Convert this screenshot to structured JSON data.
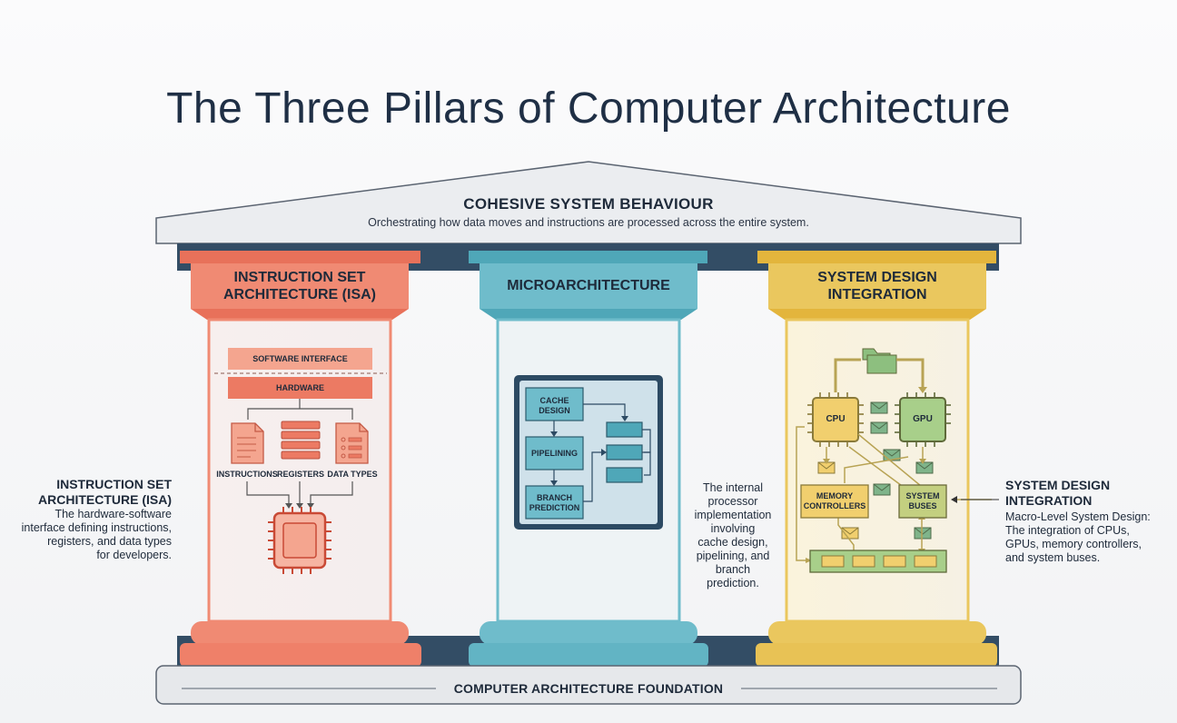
{
  "title": "The Three Pillars of Computer Architecture",
  "roof": {
    "title": "COHESIVE SYSTEM BEHAVIOUR",
    "subtitle": "Orchestrating how data moves and instructions are processed across the entire system."
  },
  "pillars": [
    {
      "name": "INSTRUCTION SET ARCHITECTURE (ISA)",
      "name_lines": [
        "INSTRUCTION SET",
        "ARCHITECTURE (ISA)"
      ],
      "color": "#f08a73",
      "diagram": {
        "software_interface": "SOFTWARE INTERFACE",
        "hardware": "HARDWARE",
        "items": [
          "INSTRUCTIONS",
          "REGISTERS",
          "DATA TYPES"
        ]
      },
      "side_title_lines": [
        "INSTRUCTION SET",
        "ARCHITECTURE (ISA)"
      ],
      "side_desc_lines": [
        "The hardware-software",
        "interface defining instructions,",
        "registers, and data types",
        "for developers."
      ]
    },
    {
      "name": "MICROARCHITECTURE",
      "color": "#6fbccb",
      "diagram": {
        "stages": [
          "CACHE DESIGN",
          "PIPELINING",
          "BRANCH PREDICTION"
        ],
        "stage_lines": [
          [
            "CACHE",
            "DESIGN"
          ],
          [
            "PIPELINING"
          ],
          [
            "BRANCH",
            "PREDICTION"
          ]
        ]
      },
      "side_desc_lines": [
        "The internal",
        "processor",
        "implementation",
        "involving",
        "cache design,",
        "pipelining, and",
        "branch",
        "prediction."
      ]
    },
    {
      "name": "SYSTEM DESIGN INTEGRATION",
      "name_lines": [
        "SYSTEM DESIGN",
        "INTEGRATION"
      ],
      "color": "#eac75e",
      "diagram": {
        "cpu": "CPU",
        "gpu": "GPU",
        "memory_lines": [
          "MEMORY",
          "CONTROLLERS"
        ],
        "buses_lines": [
          "SYSTEM",
          "BUSES"
        ]
      },
      "side_title_lines": [
        "SYSTEM DESIGN",
        "INTEGRATION"
      ],
      "side_desc_lines": [
        "Macro-Level System Design:",
        "The integration of CPUs,",
        "GPUs, memory controllers,",
        "and system buses."
      ]
    }
  ],
  "foundation": "COMPUTER ARCHITECTURE FOUNDATION"
}
